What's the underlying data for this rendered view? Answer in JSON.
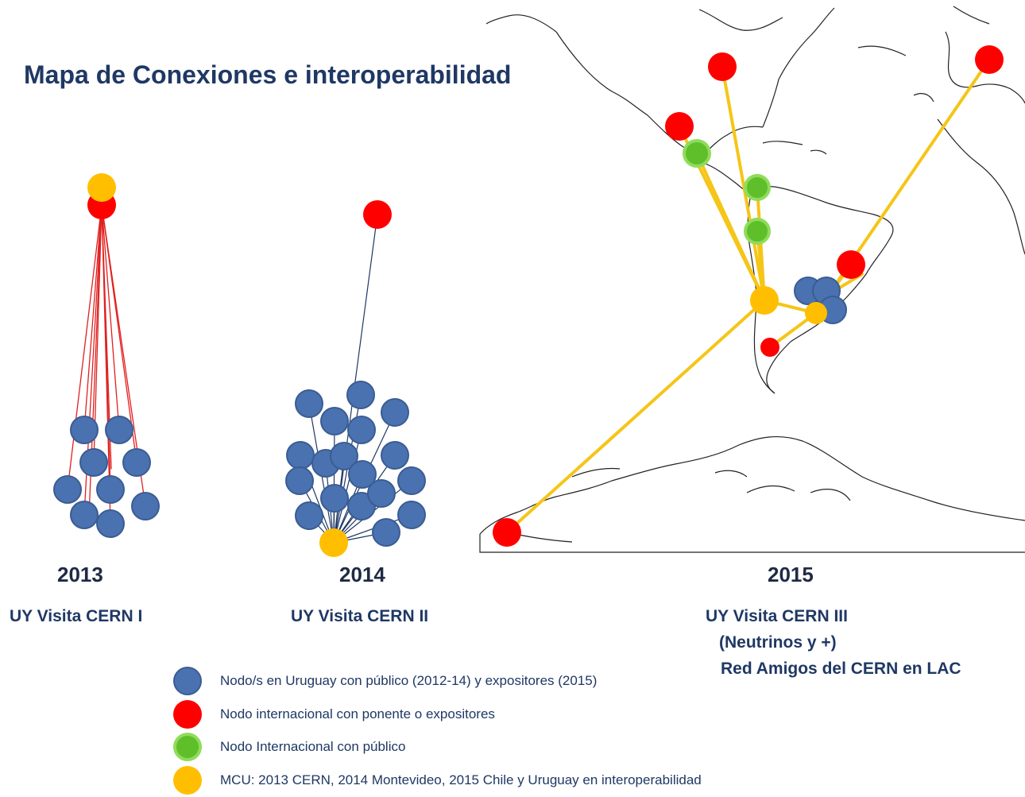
{
  "title": "Mapa de Conexiones e interoperabilidad",
  "colors": {
    "uruguay": "#4a72b0",
    "international_speaker": "#ff0000",
    "international_public": "#5fbf2a",
    "mcu": "#ffbf00",
    "link_2013": "#e02020",
    "link_2014": "#1f3864",
    "link_2015": "#f5c518"
  },
  "panels": {
    "y2013": {
      "year": "2013",
      "label": "UY Visita CERN I"
    },
    "y2014": {
      "year": "2014",
      "label": "UY Visita CERN II"
    },
    "y2015": {
      "year": "2015",
      "label_lines": [
        "UY Visita CERN III",
        "(Neutrinos y +)",
        "Red Amigos del CERN en LAC"
      ]
    }
  },
  "legend": [
    {
      "icon": "blue-node-icon",
      "text": "Nodo/s en Uruguay con público  (2012-14) y expositores (2015)"
    },
    {
      "icon": "red-node-icon",
      "text": "Nodo internacional con ponente  o expositores"
    },
    {
      "icon": "green-node-icon",
      "text": "Nodo Internacional con público"
    },
    {
      "icon": "yellow-node-icon",
      "text": "MCU: 2013 CERN, 2014 Montevideo, 2015 Chile y Uruguay en interoperabilidad"
    }
  ]
}
